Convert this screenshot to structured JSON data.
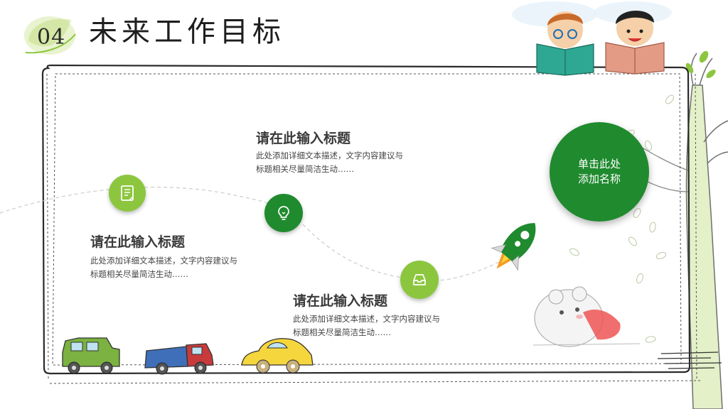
{
  "header": {
    "slide_number": "04",
    "title": "未来工作目标"
  },
  "items": [
    {
      "heading": "请在此输入标题",
      "desc_line1": "此处添加详细文本描述，文字内容建议与",
      "desc_line2": "标题相关尽量简洁生动……",
      "icon": "document-icon"
    },
    {
      "heading": "请在此输入标题",
      "desc_line1": "此处添加详细文本描述，文字内容建议与",
      "desc_line2": "标题相关尽量简洁生动……",
      "icon": "lightbulb-icon"
    },
    {
      "heading": "请在此输入标题",
      "desc_line1": "此处添加详细文本描述，文字内容建议与",
      "desc_line2": "标题相关尽量简洁生动……",
      "icon": "inbox-tray-icon"
    }
  ],
  "callout": {
    "line1": "单击此处",
    "line2": "添加名称"
  },
  "colors": {
    "light_green": "#8cc63f",
    "dark_green": "#1f8a2e",
    "text": "#3a3a3a"
  }
}
